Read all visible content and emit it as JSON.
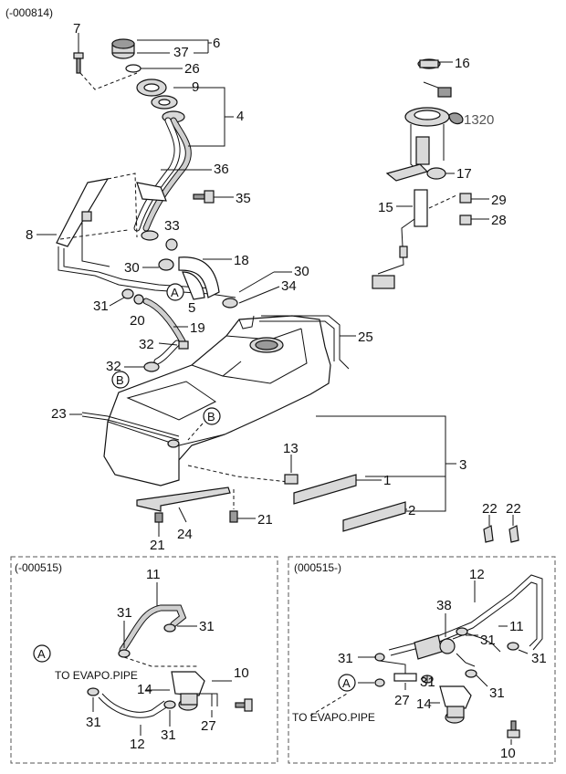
{
  "header": {
    "range_label": "(-000814)"
  },
  "callouts": {
    "c1": "1",
    "c2": "2",
    "c3": "3",
    "c4": "4",
    "c5": "5",
    "c6": "6",
    "c7": "7",
    "c8": "8",
    "c9": "9",
    "c13": "13",
    "c15": "15",
    "c16": "16",
    "c17": "17",
    "c18": "18",
    "c19": "19",
    "c20": "20",
    "c21a": "21",
    "c21b": "21",
    "c22a": "22",
    "c22b": "22",
    "c23": "23",
    "c24": "24",
    "c25": "25",
    "c26": "26",
    "c28": "28",
    "c29": "29",
    "c30a": "30",
    "c30b": "30",
    "c31": "31",
    "c32": "32",
    "c33": "33",
    "c34": "34",
    "c35": "35",
    "c36": "36",
    "c37": "37",
    "c1320": "1320"
  },
  "markers": {
    "a_main": "A",
    "b_main": "B",
    "b_tank": "B",
    "a_left": "A",
    "a_right": "A"
  },
  "left_box": {
    "range_label": "(-000515)",
    "note": "TO EVAPO.PIPE",
    "callouts": {
      "c11": "11",
      "c31a": "31",
      "c31b": "31",
      "c31c": "31",
      "c31d": "31",
      "c14": "14",
      "c10": "10",
      "c12": "12",
      "c27": "27"
    }
  },
  "right_box": {
    "range_label": "(000515-)",
    "note": "TO EVAPO.PIPE",
    "callouts": {
      "c12": "12",
      "c38": "38",
      "c11": "11",
      "c31a": "31",
      "c31b": "31",
      "c31c": "31",
      "c31d": "31",
      "c31e": "31",
      "c27": "27",
      "c14": "14",
      "c10": "10"
    }
  }
}
